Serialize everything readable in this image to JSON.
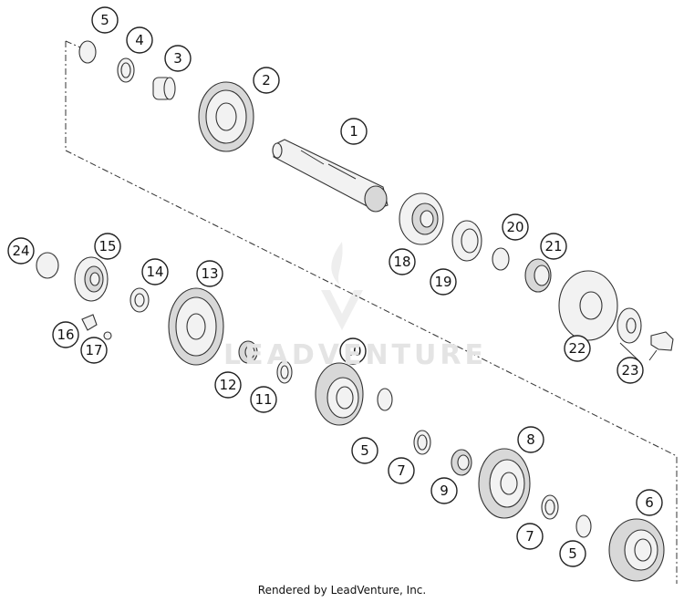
{
  "watermark": "LEADVENTURE",
  "footer": "Rendered by LeadVenture, Inc.",
  "callouts": {
    "c1": "1",
    "c2": "2",
    "c3": "3",
    "c4": "4",
    "c5a": "5",
    "c5b": "5",
    "c5c": "5",
    "c6": "6",
    "c7a": "7",
    "c7b": "7",
    "c8": "8",
    "c9": "9",
    "c10": "10",
    "c11": "11",
    "c12": "12",
    "c13": "13",
    "c14": "14",
    "c15": "15",
    "c16": "16",
    "c17": "17",
    "c18": "18",
    "c19": "19",
    "c20": "20",
    "c21": "21",
    "c22": "22",
    "c23": "23",
    "c24": "24"
  }
}
